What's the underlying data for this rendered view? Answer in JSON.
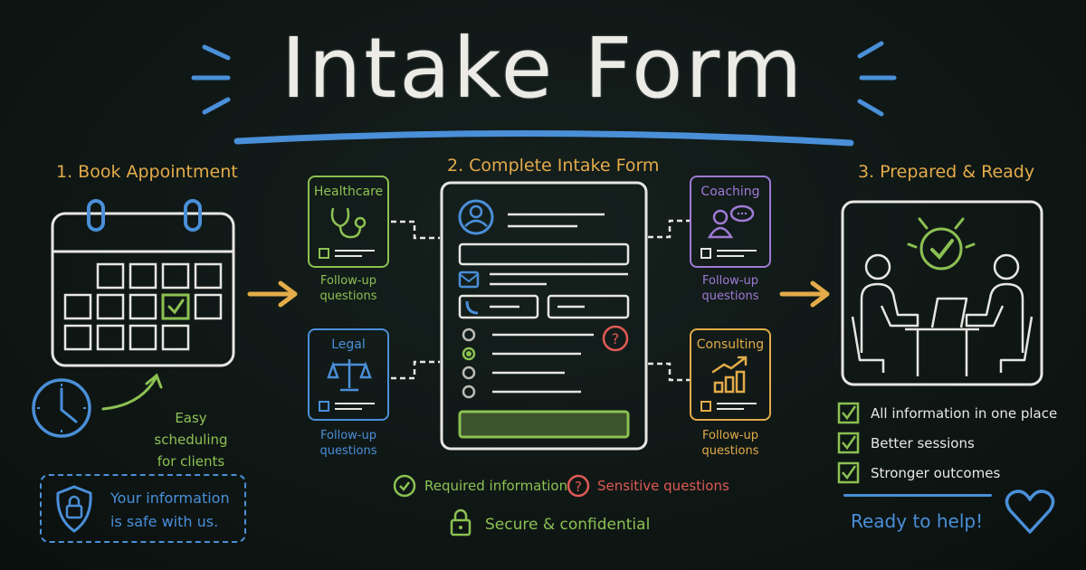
{
  "title": "Intake Form",
  "colors": {
    "background": "#0f1715",
    "chalk_white": "#e6e6e2",
    "gold": "#e3ab4a",
    "green": "#8cc152",
    "blue": "#4a8fd8",
    "purple": "#a07ad6",
    "red": "#e05a55"
  },
  "step1": {
    "title": "1. Book Appointment",
    "icon": "calendar-icon",
    "clock_icon": "clock-icon",
    "scheduling_note": [
      "Easy scheduling",
      "for clients"
    ],
    "security_note": [
      "Your information",
      "is safe with us."
    ],
    "security_icon": "shield-lock-icon"
  },
  "step2": {
    "title": "2. Complete Intake Form",
    "form_icons": [
      "user-icon",
      "mail-icon",
      "phone-icon",
      "question-icon"
    ],
    "categories": [
      {
        "label": "Healthcare",
        "icon": "stethoscope-icon",
        "followup": [
          "Follow-up",
          "questions"
        ],
        "color": "#8cc152"
      },
      {
        "label": "Legal",
        "icon": "scales-icon",
        "followup": [
          "Follow-up",
          "questions"
        ],
        "color": "#4a8fd8"
      },
      {
        "label": "Coaching",
        "icon": "coaching-chat-icon",
        "followup": [
          "Follow-up",
          "questions"
        ],
        "color": "#a07ad6"
      },
      {
        "label": "Consulting",
        "icon": "growth-chart-icon",
        "followup": [
          "Follow-up",
          "questions"
        ],
        "color": "#e3ab4a"
      }
    ],
    "legend": {
      "required": "Required information",
      "sensitive": "Sensitive questions",
      "secure": "Secure & confidential"
    }
  },
  "step3": {
    "title": "3. Prepared & Ready",
    "icon": "meeting-icon",
    "checklist": [
      "All information in one place",
      "Better sessions",
      "Stronger outcomes"
    ],
    "closing": "Ready to help!",
    "closing_icon": "heart-icon"
  }
}
